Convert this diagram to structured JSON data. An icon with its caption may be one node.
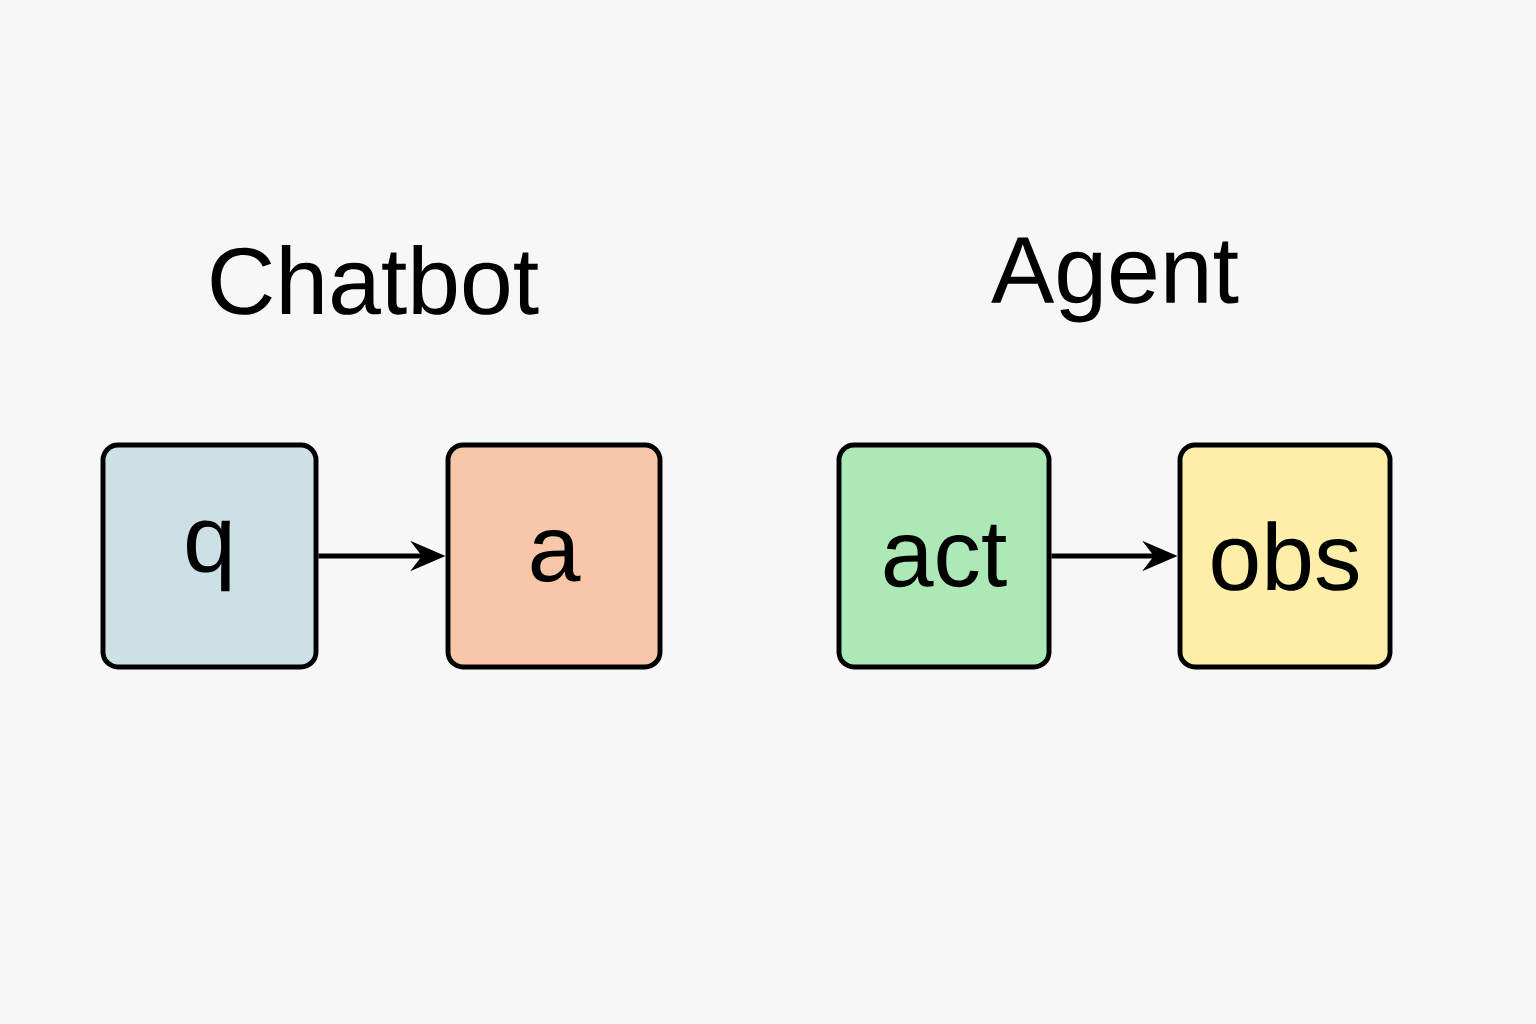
{
  "diagram": {
    "nodes": [
      {
        "text": [
          "q"
        ]
      },
      {
        "text": [
          "a"
        ]
      },
      {
        "text": [
          "act"
        ]
      },
      {
        "text": [
          "obs"
        ]
      }
    ],
    "edges": [
      {
        "from": 0,
        "to": 1,
        "arrow": "to"
      },
      {
        "from": 2,
        "to": 3,
        "arrow": "to"
      }
    ],
    "labels": [
      "Chatbot",
      "Agent"
    ]
  }
}
